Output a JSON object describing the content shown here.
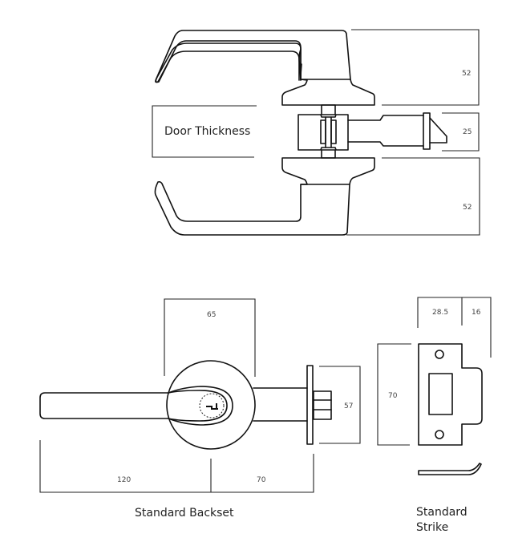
{
  "top_view": {
    "door_thickness_label": "Door Thickness",
    "dimensions": {
      "upper_lever_height": "52",
      "latch_height": "25",
      "lower_lever_height": "52"
    }
  },
  "backset_view": {
    "caption": "Standard Backset",
    "dimensions": {
      "rose_diameter": "65",
      "faceplate_height": "57",
      "lever_length": "120",
      "backset": "70"
    }
  },
  "strike_view": {
    "caption_line1": "Standard",
    "caption_line2": "Strike",
    "dimensions": {
      "plate_width": "28.5",
      "lip_width": "16",
      "plate_height": "70"
    }
  },
  "colors": {
    "line": "#111111",
    "text": "#222222",
    "background": "#ffffff"
  }
}
